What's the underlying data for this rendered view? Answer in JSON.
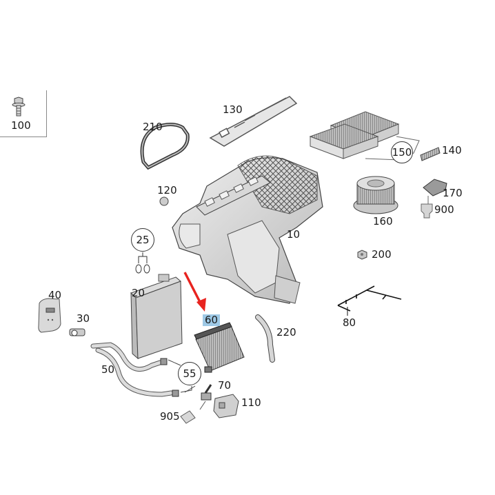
{
  "diagram": {
    "type": "exploded-parts-diagram",
    "subject": "HVAC heater/air-conditioning housing assembly",
    "highlight_color": "#9ec9e6",
    "arrow_color": "#e8231f",
    "highlighted_part": "60"
  },
  "inset": {
    "label": "100"
  },
  "labels": {
    "p10": "10",
    "p20": "20",
    "p25": "25",
    "p30": "30",
    "p40": "40",
    "p50": "50",
    "p55": "55",
    "p60": "60",
    "p70": "70",
    "p80": "80",
    "p110": "110",
    "p120": "120",
    "p130": "130",
    "p140": "140",
    "p150": "150",
    "p160": "160",
    "p170": "170",
    "p200": "200",
    "p210": "210",
    "p220": "220",
    "p900": "900",
    "p905": "905"
  }
}
